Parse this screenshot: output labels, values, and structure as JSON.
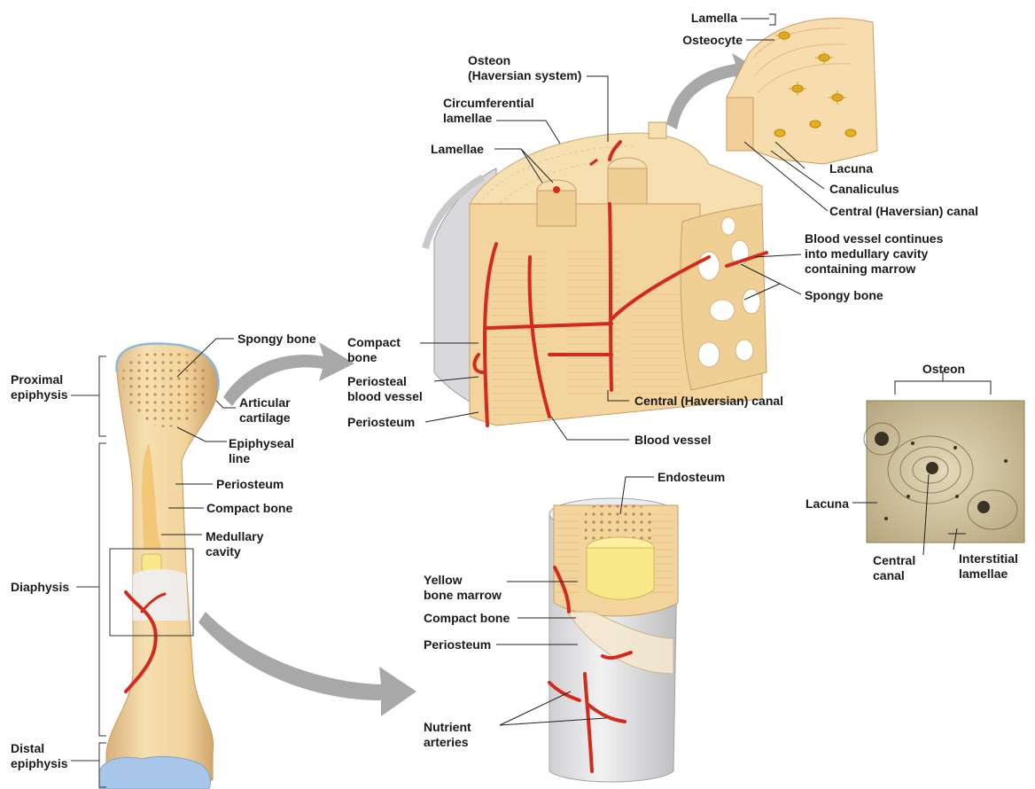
{
  "colors": {
    "bone": "#f6dfb1",
    "bone_dark": "#e6c48a",
    "bone_shadow": "#d9b079",
    "marrow_yellow": "#f7e98a",
    "vessel_red": "#d42a1c",
    "cartilage_blue": "#a8c6e8",
    "periosteum_gray": "#d9d9dc",
    "arrow_gray": "#a8a8a8",
    "leader_line": "#222222",
    "micrograph": "#cdbf98"
  },
  "labels": {
    "lamella": "Lamella",
    "osteocyte": "Osteocyte",
    "osteon_haversian": "Osteon\n(Haversian system)",
    "circumferential_lamellae": "Circumferential\nlamellae",
    "lamellae": "Lamellae",
    "lacuna_top": "Lacuna",
    "canaliculus": "Canaliculus",
    "central_canal_top": "Central (Haversian) canal",
    "blood_vessel_continues": "Blood vessel continues\ninto medullary cavity\ncontaining marrow",
    "spongy_bone_right": "Spongy bone",
    "compact_bone_mid": "Compact\nbone",
    "periosteal_blood_vessel": "Periosteal\nblood vessel",
    "periosteum_mid": "Periosteum",
    "central_canal_mid": "Central (Haversian) canal",
    "blood_vessel": "Blood vessel",
    "spongy_bone_left": "Spongy bone",
    "articular_cartilage": "Articular\ncartilage",
    "epiphyseal_line": "Epiphyseal\nline",
    "periosteum_left": "Periosteum",
    "compact_bone_left": "Compact bone",
    "medullary_cavity": "Medullary\ncavity",
    "proximal_epiphysis": "Proximal\nepiphysis",
    "diaphysis": "Diaphysis",
    "distal_epiphysis": "Distal\nepiphysis",
    "endosteum": "Endosteum",
    "yellow_bone_marrow": "Yellow\nbone marrow",
    "compact_bone_bottom": "Compact bone",
    "periosteum_bottom": "Periosteum",
    "nutrient_arteries": "Nutrient\narteries",
    "osteon_micro": "Osteon",
    "lacuna_micro": "Lacuna",
    "central_canal_micro": "Central\ncanal",
    "interstitial_lamellae": "Interstitial\nlamellae"
  }
}
